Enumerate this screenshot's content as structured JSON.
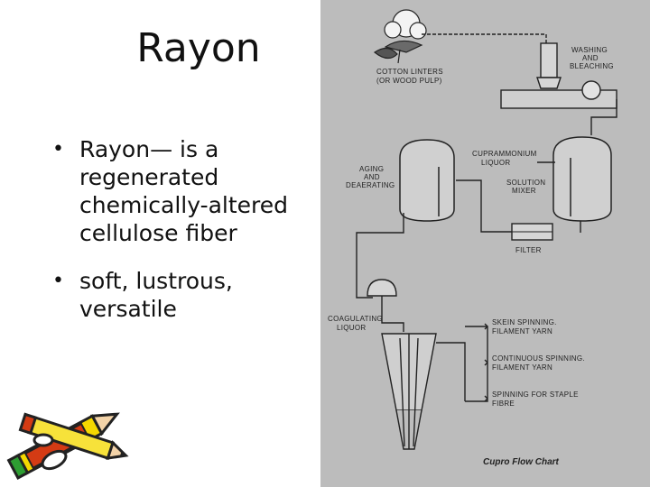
{
  "slide": {
    "title": "Rayon",
    "bullets": [
      "Rayon— is a regenerated chemically-altered cellulose fiber",
      "soft, lustrous, versatile"
    ]
  },
  "diagram": {
    "labels": {
      "cotton_line1": "COTTON LINTERS",
      "cotton_line2": "(OR WOOD PULP)",
      "washing_line1": "WASHING",
      "washing_line2": "AND",
      "washing_line3": "BLEACHING",
      "cuprammonium_line1": "CUPRAMMONIUM",
      "cuprammonium_line2": "LIQUOR",
      "aging_line1": "AGING",
      "aging_line2": "AND",
      "aging_line3": "DEAERATING",
      "solution_line1": "SOLUTION",
      "solution_line2": "MIXER",
      "filter": "FILTER",
      "coagulating_line1": "COAGULATING",
      "coagulating_line2": "LIQUOR",
      "skein_line1": "SKEIN SPINNING.",
      "skein_line2": "FILAMENT YARN",
      "continuous_line1": "CONTINUOUS SPINNING.",
      "continuous_line2": "FILAMENT YARN",
      "staple_line1": "SPINNING FOR STAPLE",
      "staple_line2": "FIBRE"
    },
    "caption": "Cupro Flow Chart",
    "colors": {
      "background": "#bcbcbc",
      "ink": "#222222",
      "slide_bg": "#ffffff"
    }
  }
}
